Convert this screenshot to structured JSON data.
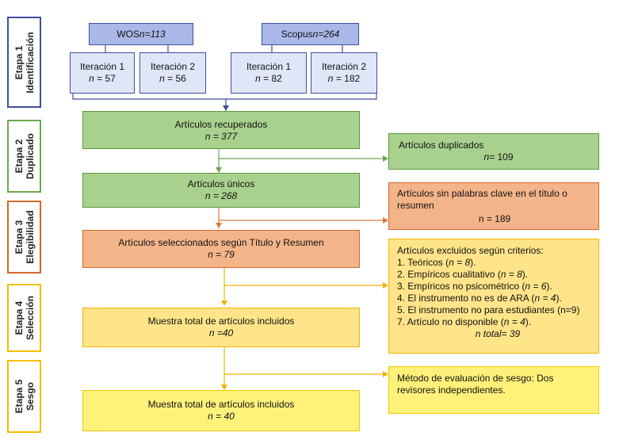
{
  "stages": [
    {
      "line1": "Etapa 1",
      "line2": "Identificación"
    },
    {
      "line1": "Etapa 2",
      "line2": "Duplicado"
    },
    {
      "line1": "Etapa 3",
      "line2": "Elegibilidad"
    },
    {
      "line1": "Etapa 4",
      "line2": "Selección"
    },
    {
      "line1": "Etapa 5",
      "line2": "Sesgo"
    }
  ],
  "wos": {
    "label": "WOS ",
    "count": "n=113"
  },
  "scopus": {
    "label": "Scopus ",
    "count": "n=264"
  },
  "iterations": [
    {
      "title": "Iteración 1",
      "n_label": "n",
      "n_value": " = 57"
    },
    {
      "title": "Iteración 2",
      "n_label": "n",
      "n_value": " = 56"
    },
    {
      "title": "Iteración 1",
      "n_label": "n",
      "n_value": " = 82"
    },
    {
      "title": "Iteración 2",
      "n_label": "n",
      "n_value": " = 182"
    }
  ],
  "recuperados": {
    "title": "Artículos recuperados",
    "count": "n = 377"
  },
  "duplicados": {
    "title": "Artículos duplicados",
    "count_label": "n",
    "count_value": "= 109"
  },
  "unicos": {
    "title": "Artículos únicos",
    "count": "n = 268"
  },
  "sin_palabras": {
    "title": "Artículos sin palabras clave en el título o resumen",
    "count": "n = 189"
  },
  "seleccionados": {
    "title": "Artículos seleccionados según Título y Resumen",
    "count": "n = 79"
  },
  "excluidos": {
    "title": "Artículos excluidos según criterios:",
    "items": [
      {
        "text": "1. Teóricos (",
        "n": "n = 8",
        "end": ")."
      },
      {
        "text": "2. Empíricos cualitativo (",
        "n": "n = 8",
        "end": ")."
      },
      {
        "text": "3. Empíricos no psicométrico (",
        "n": "n = 6",
        "end": ")."
      },
      {
        "text": "4. El instrumento no es de ARA (",
        "n": "n = 4",
        "end": ")."
      },
      {
        "text": "5. El instrumento no para estudiantes (n=9)",
        "n": "",
        "end": ""
      },
      {
        "text": "7. Artículo no disponible (",
        "n": "n = 4",
        "end": ")."
      }
    ],
    "total": "n total= 39"
  },
  "muestra1": {
    "title": "Muestra total de artículos incluidos",
    "count": "n =40"
  },
  "metodo": {
    "title": "Método de evaluación de sesgo:  Dos revisores independientes."
  },
  "muestra2": {
    "title": "Muestra total de artículos incluidos",
    "count": "n = 40"
  }
}
